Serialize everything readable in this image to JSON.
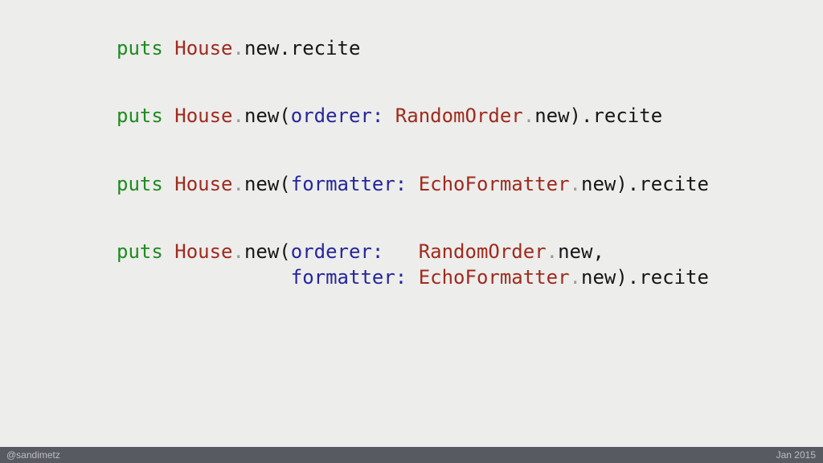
{
  "slide": {
    "background": "#ededec",
    "code_blocks": [
      {
        "lines": [
          [
            {
              "t": "puts",
              "c": "kw"
            },
            {
              "t": " ",
              "c": "pl"
            },
            {
              "t": "House",
              "c": "const"
            },
            {
              "t": ".",
              "c": "dot"
            },
            {
              "t": "new.recite",
              "c": "pl"
            }
          ]
        ]
      },
      {
        "lines": [
          [
            {
              "t": "puts",
              "c": "kw"
            },
            {
              "t": " ",
              "c": "pl"
            },
            {
              "t": "House",
              "c": "const"
            },
            {
              "t": ".",
              "c": "dot"
            },
            {
              "t": "new(",
              "c": "pl"
            },
            {
              "t": "orderer:",
              "c": "sym"
            },
            {
              "t": " ",
              "c": "pl"
            },
            {
              "t": "RandomOrder",
              "c": "const"
            },
            {
              "t": ".",
              "c": "dot"
            },
            {
              "t": "new).recite",
              "c": "pl"
            }
          ]
        ]
      },
      {
        "lines": [
          [
            {
              "t": "puts",
              "c": "kw"
            },
            {
              "t": " ",
              "c": "pl"
            },
            {
              "t": "House",
              "c": "const"
            },
            {
              "t": ".",
              "c": "dot"
            },
            {
              "t": "new(",
              "c": "pl"
            },
            {
              "t": "formatter:",
              "c": "sym"
            },
            {
              "t": " ",
              "c": "pl"
            },
            {
              "t": "EchoFormatter",
              "c": "const"
            },
            {
              "t": ".",
              "c": "dot"
            },
            {
              "t": "new).recite",
              "c": "pl"
            }
          ]
        ]
      },
      {
        "lines": [
          [
            {
              "t": "puts",
              "c": "kw"
            },
            {
              "t": " ",
              "c": "pl"
            },
            {
              "t": "House",
              "c": "const"
            },
            {
              "t": ".",
              "c": "dot"
            },
            {
              "t": "new(",
              "c": "pl"
            },
            {
              "t": "orderer:",
              "c": "sym"
            },
            {
              "t": "   ",
              "c": "pl"
            },
            {
              "t": "RandomOrder",
              "c": "const"
            },
            {
              "t": ".",
              "c": "dot"
            },
            {
              "t": "new,",
              "c": "pl"
            }
          ],
          [
            {
              "t": "               ",
              "c": "pl"
            },
            {
              "t": "formatter:",
              "c": "sym"
            },
            {
              "t": " ",
              "c": "pl"
            },
            {
              "t": "EchoFormatter",
              "c": "const"
            },
            {
              "t": ".",
              "c": "dot"
            },
            {
              "t": "new).recite",
              "c": "pl"
            }
          ]
        ]
      }
    ]
  },
  "footer": {
    "left": "@sandimetz",
    "right": "Jan 2015"
  },
  "colors": {
    "background": "#ededec",
    "keyword_green": "#1e8b1e",
    "constant_red": "#9e2b1d",
    "symbol_blue": "#26269b",
    "dot_gray": "#9a9a9a",
    "plain_text": "#171717",
    "footer_bg": "#575a60",
    "footer_text": "#bdbfc1"
  }
}
